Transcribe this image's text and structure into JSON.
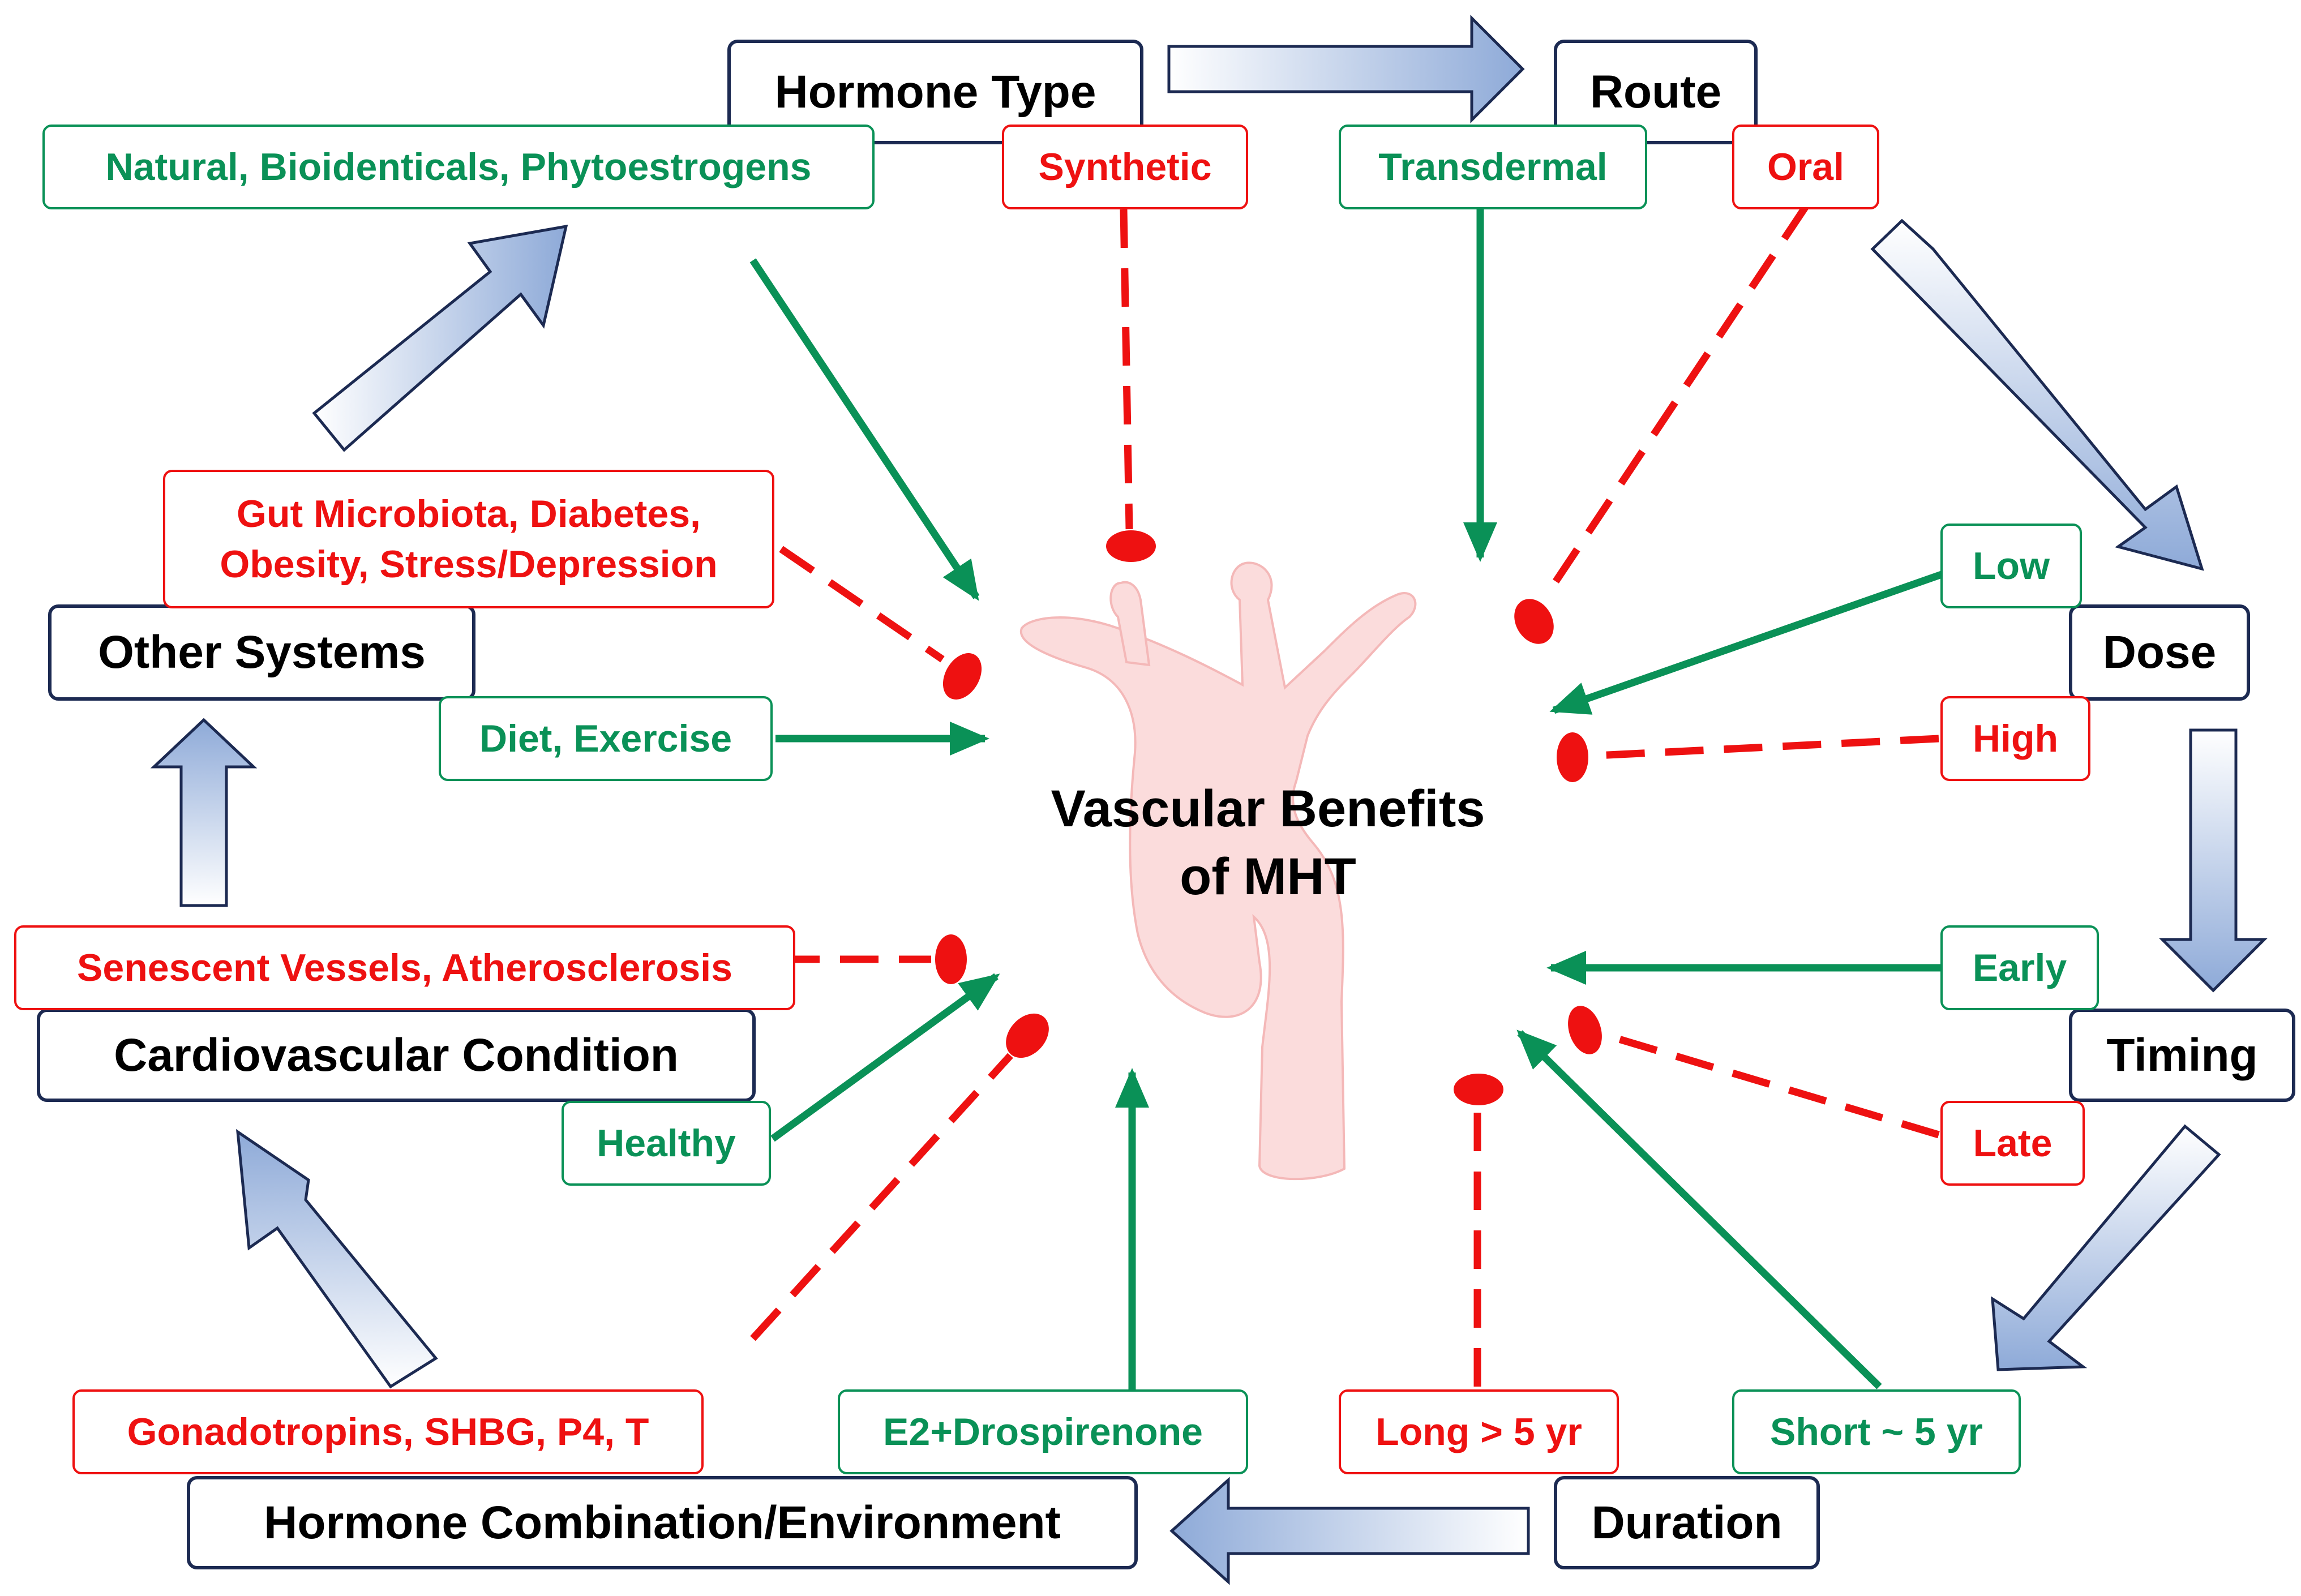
{
  "center": {
    "line1": "Vascular Benefits",
    "line2": "of MHT"
  },
  "categories": {
    "hormone_type": "Hormone Type",
    "route": "Route",
    "dose": "Dose",
    "timing": "Timing",
    "duration": "Duration",
    "combination": "Hormone Combination/Environment",
    "cardiovascular": "Cardiovascular Condition",
    "other_systems": "Other Systems"
  },
  "factors": {
    "natural": "Natural, Bioidenticals, Phytoestrogens",
    "synthetic": "Synthetic",
    "transdermal": "Transdermal",
    "oral": "Oral",
    "low": "Low",
    "high": "High",
    "early": "Early",
    "late": "Late",
    "short": "Short ~ 5 yr",
    "long": "Long > 5 yr",
    "e2_drospirenone": "E2+Drospirenone",
    "gonadotropins": "Gonadotropins, SHBG, P4, T",
    "healthy": "Healthy",
    "senescent": "Senescent Vessels, Atherosclerosis",
    "diet_exercise": "Diet, Exercise",
    "gut_line1": "Gut Microbiota, Diabetes,",
    "gut_line2": "Obesity, Stress/Depression"
  },
  "colors": {
    "beneficial": "#0a9157",
    "harmful": "#ee1111",
    "box_border": "#1c2a52",
    "flow_arrow_fill": "#9db5dc",
    "flow_arrow_outline": "#1c2a52",
    "heart": "#fbdcdc"
  }
}
